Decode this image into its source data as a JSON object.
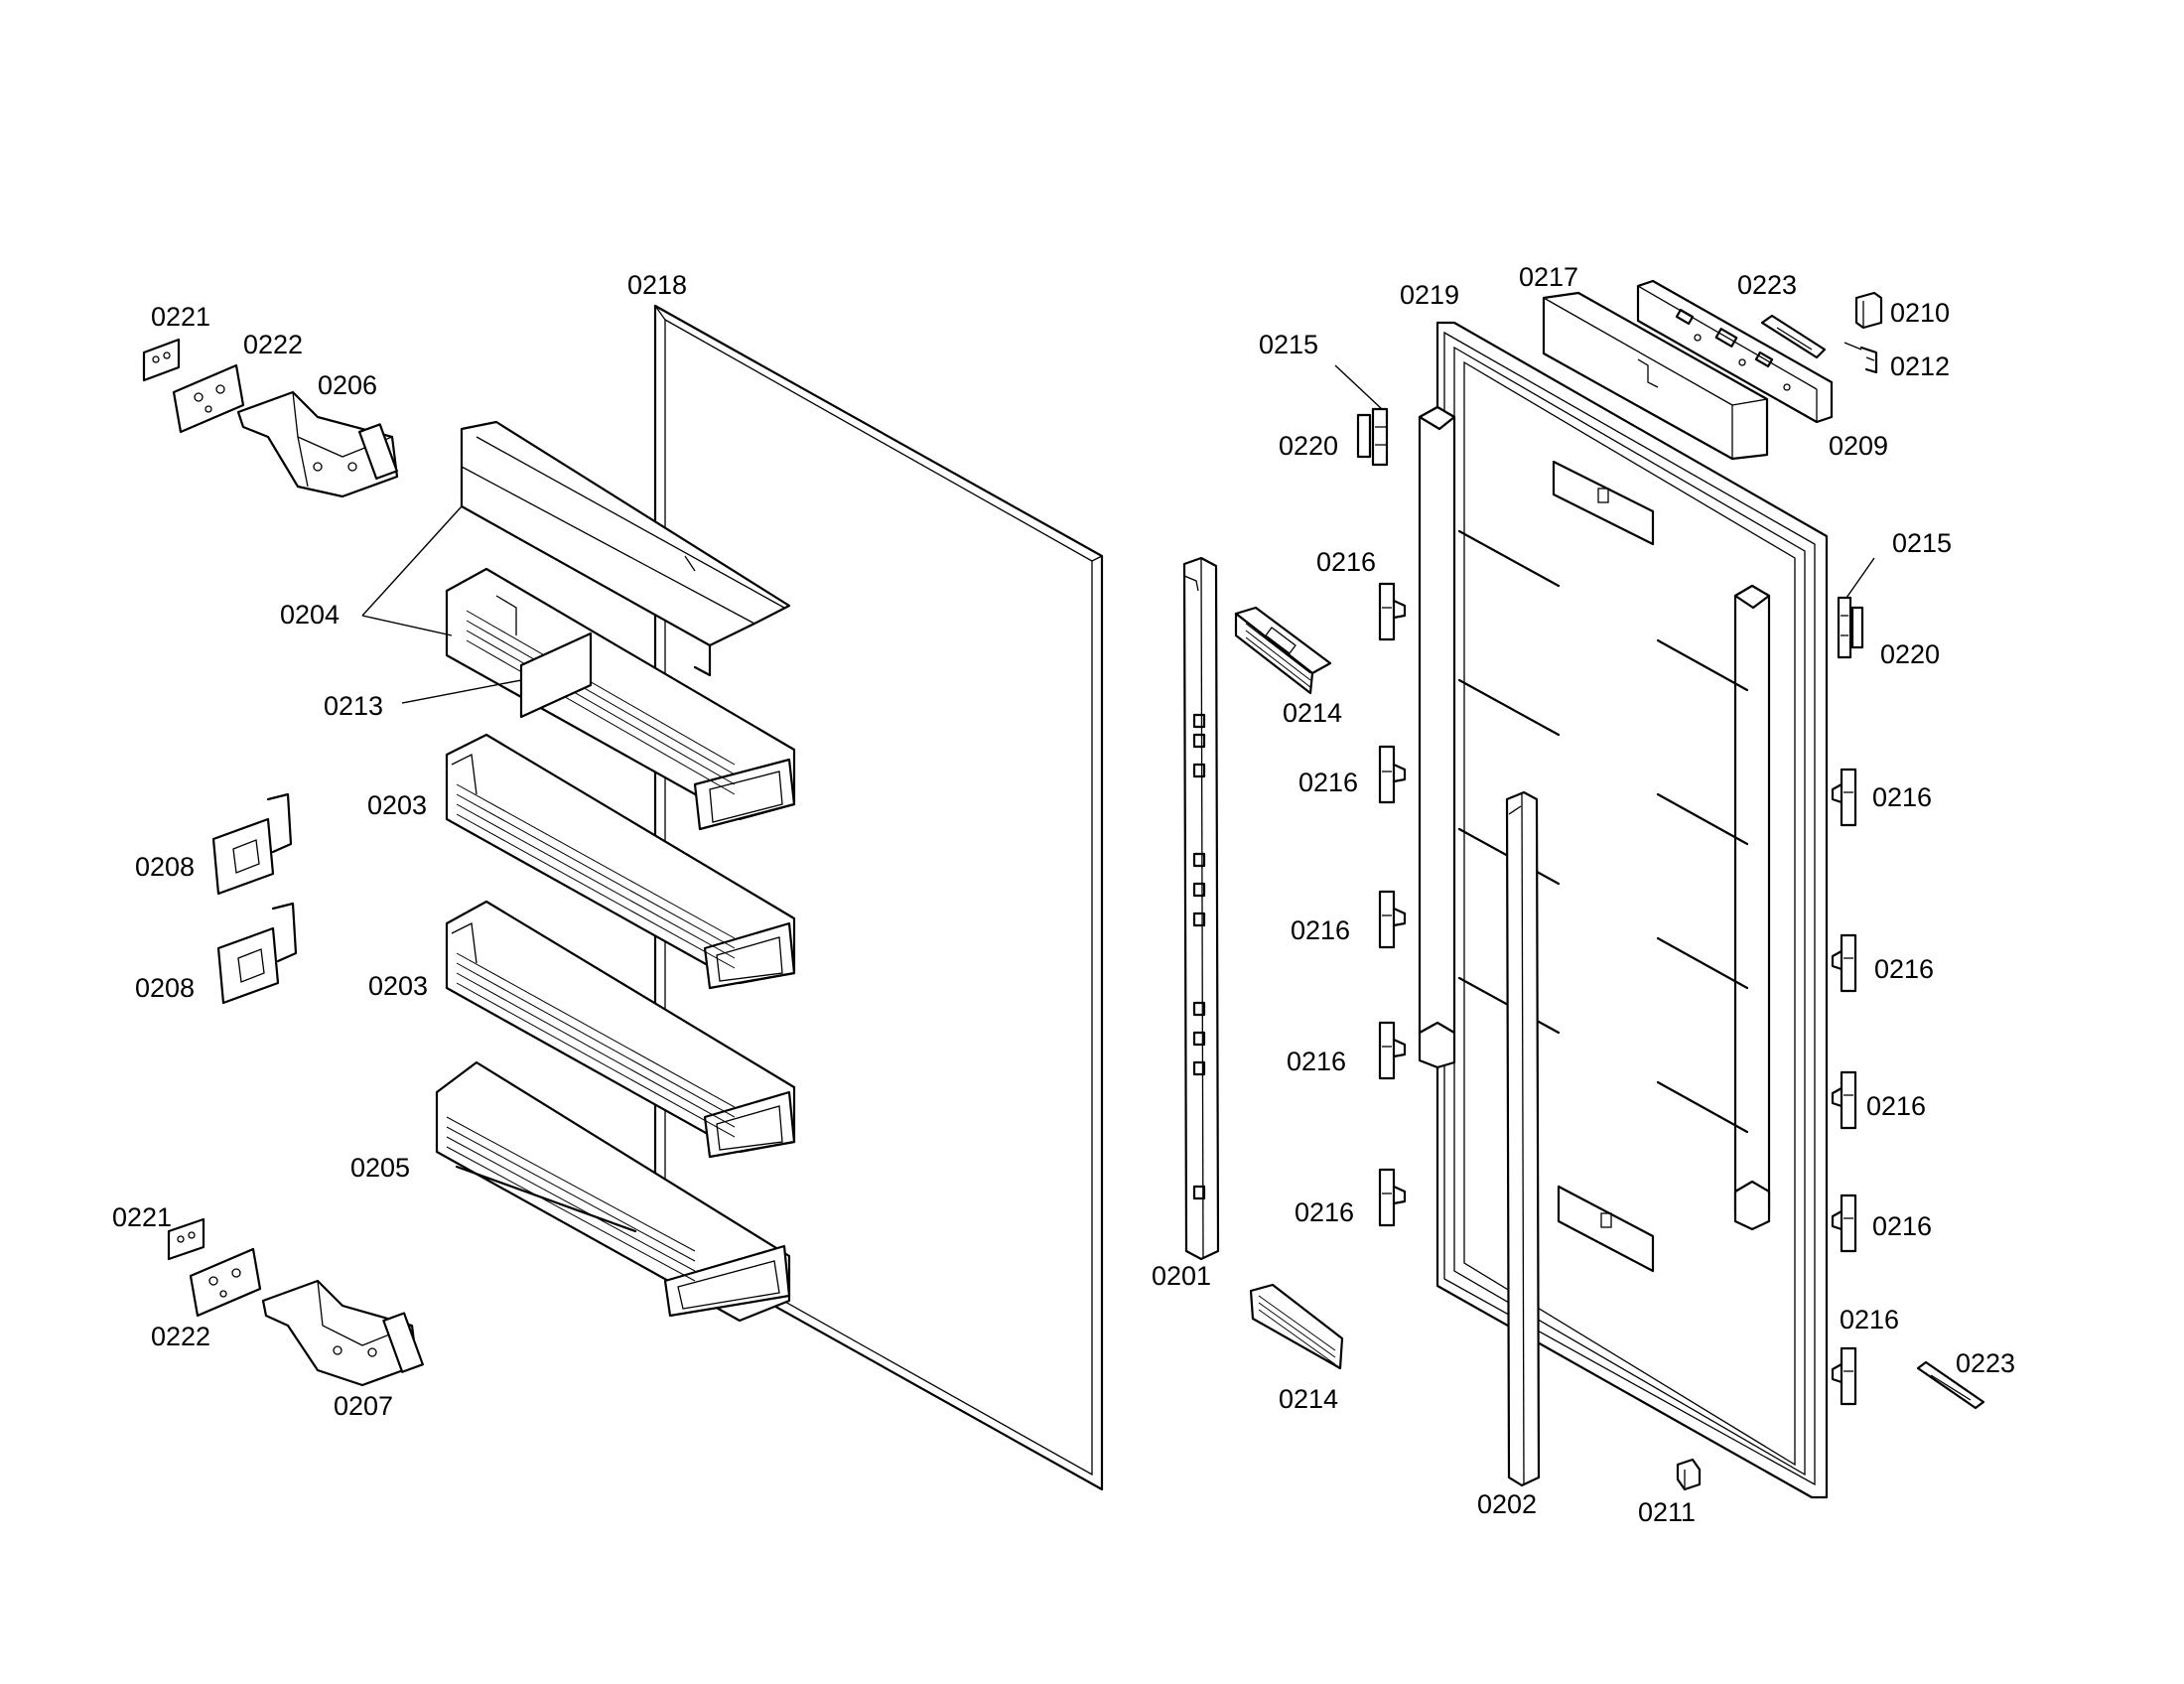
{
  "diagram": {
    "callouts": {
      "c0218": "0218",
      "c0221_top": "0221",
      "c0222_top": "0222",
      "c0206": "0206",
      "c0204": "0204",
      "c0213": "0213",
      "c0203_a": "0203",
      "c0208_a": "0208",
      "c0203_b": "0203",
      "c0208_b": "0208",
      "c0205": "0205",
      "c0221_bot": "0221",
      "c0222_bot": "0222",
      "c0207": "0207",
      "c0201": "0201",
      "c0214_top": "0214",
      "c0214_bot": "0214",
      "c0215_left": "0215",
      "c0220_left": "0220",
      "c0216_l1": "0216",
      "c0216_l2": "0216",
      "c0216_l3": "0216",
      "c0216_l4": "0216",
      "c0216_l5": "0216",
      "c0219": "0219",
      "c0217": "0217",
      "c0223_top": "0223",
      "c0210": "0210",
      "c0212": "0212",
      "c0209": "0209",
      "c0215_right": "0215",
      "c0220_right": "0220",
      "c0216_r1": "0216",
      "c0216_r2": "0216",
      "c0216_r3": "0216",
      "c0216_r4": "0216",
      "c0216_r5": "0216",
      "c0223_bot": "0223",
      "c0202": "0202",
      "c0211": "0211"
    }
  }
}
